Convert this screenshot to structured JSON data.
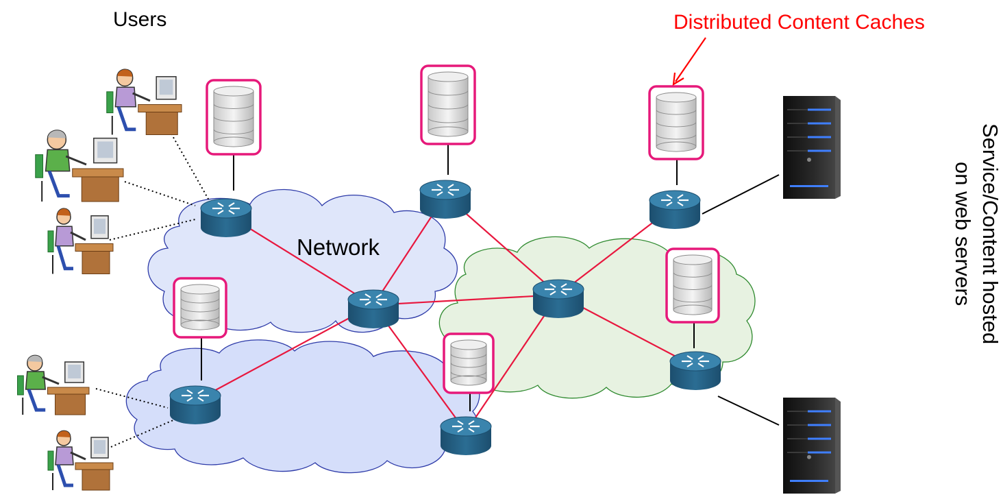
{
  "labels": {
    "users": "Users",
    "caches": "Distributed Content Caches",
    "network": "Network",
    "servers_line1": "Service/Content hosted",
    "servers_line2": "on web servers"
  },
  "colors": {
    "accent": "#ff0000",
    "cache_frame": "#e6197a",
    "link_red": "#e8173e",
    "cloud_blue_fill": "#dfe6fa",
    "cloud_blue_stroke": "#2d3aa8",
    "cloud_green_fill": "#e7f2e1",
    "cloud_green_stroke": "#2f8a2f",
    "router_blue": "#2a6a90"
  },
  "icons": [
    "router-icon",
    "database-icon",
    "web-server-icon",
    "user-at-computer-icon"
  ]
}
